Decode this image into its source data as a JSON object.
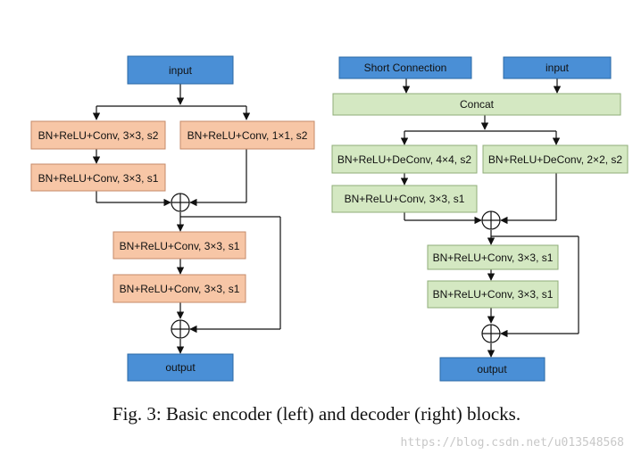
{
  "colors": {
    "io_fill": "#4a8fd6",
    "io_stroke": "#2b6aa6",
    "encoder_fill": "#f7c6a6",
    "encoder_stroke": "#c48a68",
    "decoder_fill": "#d4e8c2",
    "decoder_stroke": "#8fad78",
    "line": "#111111"
  },
  "encoder": {
    "input_label": "input",
    "branch_a1_label": "BN+ReLU+Conv, 3×3, s2",
    "branch_a2_label": "BN+ReLU+Conv, 3×3, s1",
    "branch_b_label": "BN+ReLU+Conv, 1×1, s2",
    "block2_a_label": "BN+ReLU+Conv, 3×3, s1",
    "block2_b_label": "BN+ReLU+Conv, 3×3, s1",
    "output_label": "output"
  },
  "decoder": {
    "short_connection_label": "Short Connection",
    "input_label": "input",
    "concat_label": "Concat",
    "branch_a1_label": "BN+ReLU+DeConv, 4×4, s2",
    "branch_a2_label": "BN+ReLU+Conv, 3×3, s1",
    "branch_b_label": "BN+ReLU+DeConv, 2×2, s2",
    "block2_a_label": "BN+ReLU+Conv, 3×3, s1",
    "block2_b_label": "BN+ReLU+Conv, 3×3, s1",
    "output_label": "output"
  },
  "caption": "Fig. 3: Basic encoder (left) and decoder (right) blocks.",
  "watermark": "https://blog.csdn.net/u013548568"
}
